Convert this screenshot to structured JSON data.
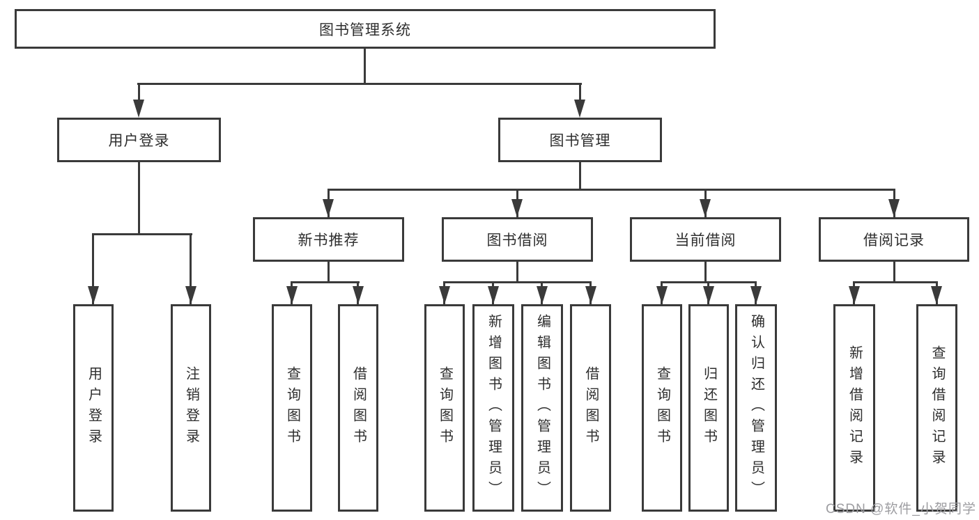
{
  "tree": {
    "label": "图书管理系统",
    "children": [
      {
        "label": "用户登录",
        "children": [
          {
            "label": "用户登录"
          },
          {
            "label": "注销登录"
          }
        ]
      },
      {
        "label": "图书管理",
        "children": [
          {
            "label": "新书推荐",
            "children": [
              {
                "label": "查询图书"
              },
              {
                "label": "借阅图书"
              }
            ]
          },
          {
            "label": "图书借阅",
            "children": [
              {
                "label": "查询图书"
              },
              {
                "label": "新增图书（管理员）"
              },
              {
                "label": "编辑图书（管理员）"
              },
              {
                "label": "借阅图书"
              }
            ]
          },
          {
            "label": "当前借阅",
            "children": [
              {
                "label": "查询图书"
              },
              {
                "label": "归还图书"
              },
              {
                "label": "确认归还（管理员）"
              }
            ]
          },
          {
            "label": "借阅记录",
            "children": [
              {
                "label": "新增借阅记录"
              },
              {
                "label": "查询借阅记录"
              }
            ]
          }
        ]
      }
    ]
  },
  "watermark": {
    "text": "CSDN @软件_小贺同学"
  },
  "colors": {
    "line": "#3a3a3a",
    "box_border": "#3a3a3a",
    "box_fill": "#ffffff",
    "text": "#2e2e2e",
    "watermark": "#9d9da1",
    "background": "#ffffff"
  }
}
